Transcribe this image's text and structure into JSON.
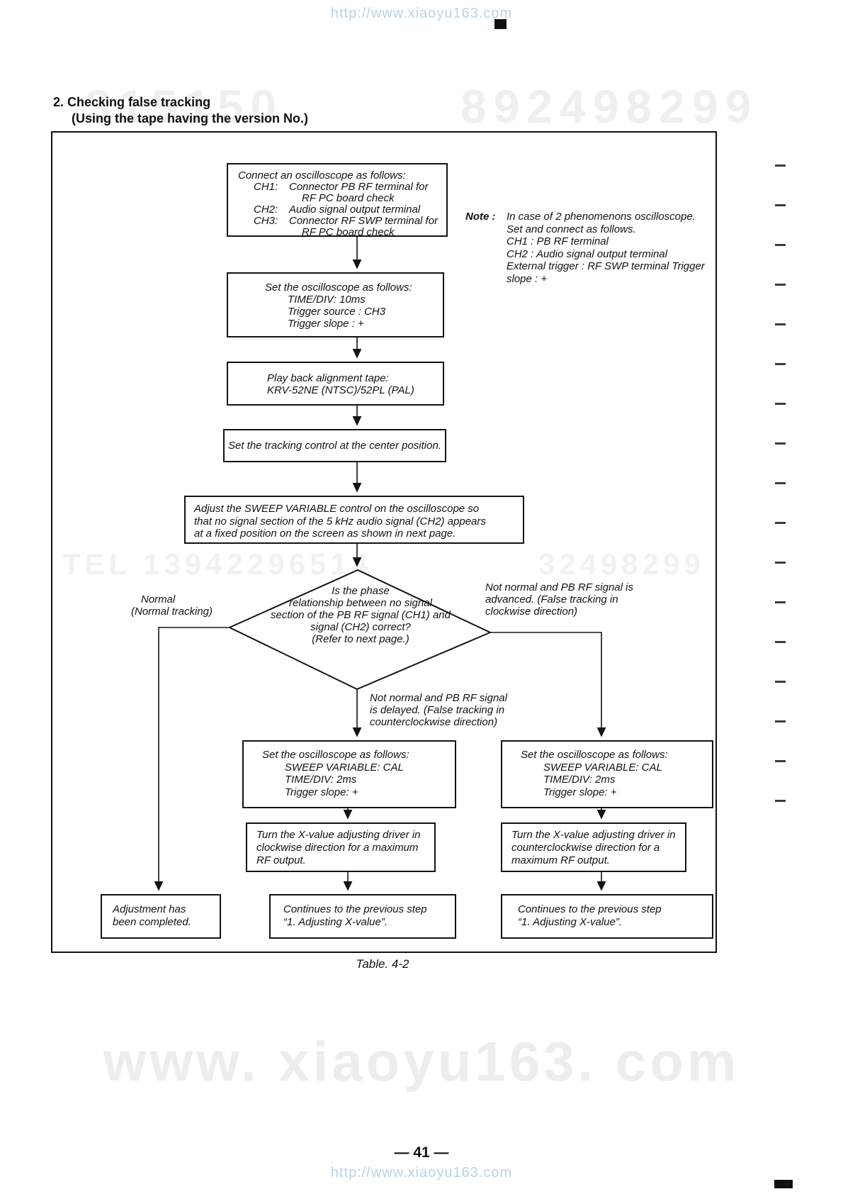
{
  "page": {
    "watermark_top": "http://www.xiaoyu163.com",
    "watermark_bottom": "http://www.xiaoyu163.com",
    "watermark_giant": "www. xiaoyu163. com",
    "watermark_num_left": "315150",
    "watermark_num_right": "892498299",
    "watermark_mid_left": "TEL  13942296514",
    "watermark_mid_right": "32498299",
    "page_number": "— 41 —",
    "table_caption": "Table. 4-2",
    "link_color": "#b9d3e4"
  },
  "decor": {
    "edge_tick_count": 17,
    "edge_tick_start": 232,
    "edge_tick_step": 56
  },
  "heading": {
    "title": "2.  Checking false tracking",
    "subtitle": "(Using the tape having the version No.)"
  },
  "flowchart": {
    "connect_box": {
      "title": "Connect an oscilloscope as follows:",
      "ch1_label": "CH1:",
      "ch1_line1": "Connector PB RF terminal for",
      "ch1_line2": "RF PC board check",
      "ch2_label": "CH2:",
      "ch2_line1": "Audio signal output terminal",
      "ch3_label": "CH3:",
      "ch3_line1": "Connector RF SWP terminal for",
      "ch3_line2": "RF PC board check"
    },
    "note": {
      "label": "Note :",
      "line1": "In case of 2 phenomenons oscilloscope.",
      "line2": "Set and connect as follows.",
      "line3": "CH1 : PB RF terminal",
      "line4": "CH2 : Audio signal output terminal",
      "line5": "External trigger : RF SWP terminal Trigger",
      "line6": "slope : +"
    },
    "scope_box_1": {
      "title": "Set the oscilloscope as follows:",
      "line1": "TIME/DIV: 10ms",
      "line2": "Trigger source : CH3",
      "line3": "Trigger slope : +"
    },
    "playback_box": {
      "line1": "Play back alignment tape:",
      "line2": "KRV-52NE (NTSC)/52PL (PAL)"
    },
    "tracking_box": {
      "line1": "Set the tracking control at the center position."
    },
    "adjust_sweep_box": {
      "line1": "Adjust the SWEEP VARIABLE control on the oscilloscope so",
      "line2": "that no signal section of the 5 kHz audio signal (CH2) appears",
      "line3": "at a fixed position on the screen as shown in next page."
    },
    "decision": {
      "line1": "Is the phase",
      "line2": "relationship between no signal",
      "line3": "section of the PB RF signal (CH1) and",
      "line4": "signal (CH2) correct?",
      "line5": "(Refer to next page.)"
    },
    "branch_normal": {
      "line1": "Normal",
      "line2": "(Normal tracking)"
    },
    "branch_advanced": {
      "line1": "Not normal and PB RF signal is",
      "line2": "advanced. (False tracking in",
      "line3": "clockwise direction)"
    },
    "branch_delayed": {
      "line1": "Not normal and PB RF signal",
      "line2": "is delayed. (False tracking in",
      "line3": "counterclockwise direction)"
    },
    "scope_box_cw": {
      "title": "Set the oscilloscope as follows:",
      "line1": "SWEEP VARIABLE: CAL",
      "line2": "TIME/DIV: 2ms",
      "line3": "Trigger slope: +"
    },
    "scope_box_ccw": {
      "title": "Set the oscilloscope as follows:",
      "line1": "SWEEP VARIABLE: CAL",
      "line2": "TIME/DIV: 2ms",
      "line3": "Trigger slope: +"
    },
    "turn_cw_box": {
      "line1": "Turn the X-value adjusting driver in",
      "line2": "clockwise direction for a maximum",
      "line3": "RF output."
    },
    "turn_ccw_box": {
      "line1": "Turn the X-value adjusting driver in",
      "line2": "counterclockwise direction for a",
      "line3": "maximum RF output."
    },
    "completed_box": {
      "line1": "Adjustment has",
      "line2": "been completed."
    },
    "continue_box_center": {
      "line1": "Continues to the previous step",
      "line2": "“1. Adjusting X-value”."
    },
    "continue_box_right": {
      "line1": "Continues to the previous step",
      "line2": "“1. Adjusting X-value”."
    }
  }
}
